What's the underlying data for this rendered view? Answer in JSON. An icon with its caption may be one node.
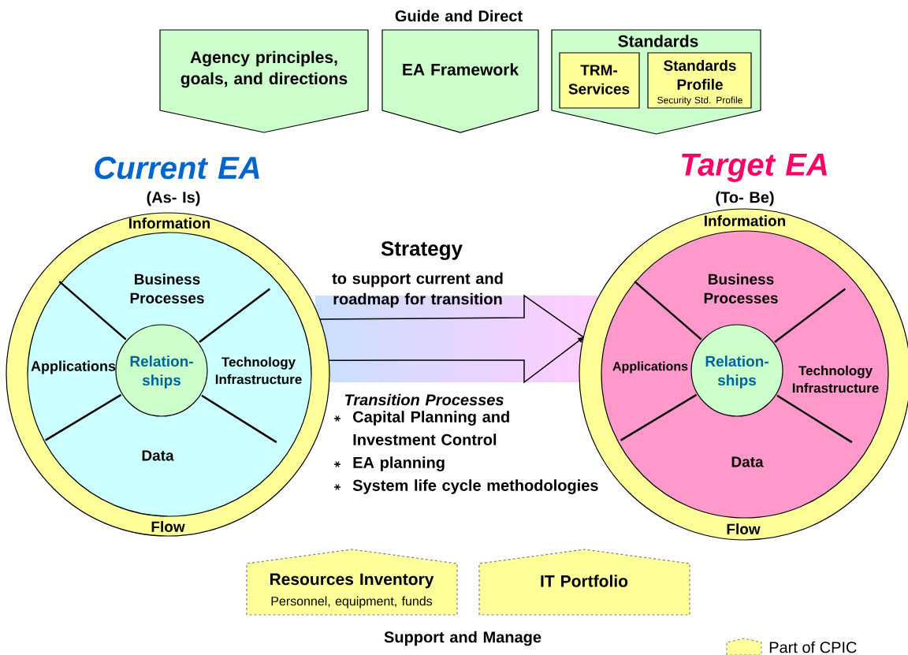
{
  "diagram": {
    "nodes": [
      {
        "text": [
          "Agency principles, goals, and directions"
        ]
      },
      {
        "text": [
          "EA Framework"
        ]
      },
      {
        "text": [
          "Standards"
        ]
      },
      {
        "text": [
          "TRM- Services"
        ],
        "in": 2
      },
      {
        "text": [
          "Standards Profile",
          "Security Std. Profile"
        ],
        "in": 2
      },
      {
        "text": [
          "Current EA",
          "(As- Is)",
          "Information",
          "Flow"
        ]
      },
      {
        "text": [
          "Business Processes",
          "Applications",
          "Technology Infrastructure",
          "Data"
        ],
        "in": 5
      },
      {
        "text": [
          "Relation- ships"
        ],
        "in": 6
      },
      {
        "text": [
          "Target EA",
          "(To- Be)",
          "Information",
          "Flow"
        ]
      },
      {
        "text": [
          "Business Processes",
          "Applications",
          "Technology Infrastructure",
          "Data"
        ],
        "in": 8
      },
      {
        "text": [
          "Relation- ships"
        ],
        "in": 9
      },
      {
        "text": [
          "Resources Inventory",
          "Personnel, equipment, funds"
        ]
      },
      {
        "text": [
          "IT Portfolio"
        ]
      }
    ],
    "edges": [
      {
        "from": 5,
        "to": 8,
        "arrow": "to",
        "label": "Strategy"
      }
    ],
    "labels": [
      "Guide and Direct",
      "to support current and roadmap for transition",
      "Transition Processes",
      "Capital Planning and Investment Control",
      "EA planning",
      "System life cycle methodologies",
      "Support and Manage"
    ],
    "legend": [
      {
        "text": "Part of CPIC"
      }
    ]
  }
}
